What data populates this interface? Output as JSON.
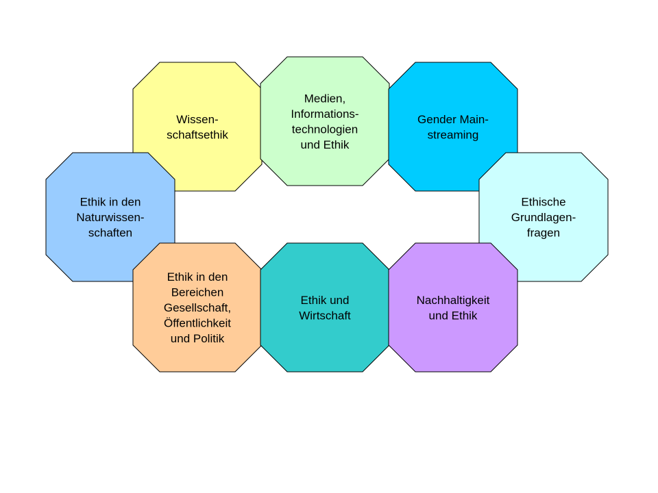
{
  "topics": [
    {
      "id": "wissenschaftsethik",
      "lines": [
        "Wissen-",
        "schaftsethik"
      ],
      "color": "#FFFF99"
    },
    {
      "id": "medien",
      "lines": [
        "Medien,",
        "Informations-",
        "technologien",
        "und Ethik"
      ],
      "color": "#CCFFCC"
    },
    {
      "id": "gender",
      "lines": [
        "Gender Main-",
        "streaming"
      ],
      "color": "#00CCFF"
    },
    {
      "id": "naturwissenschaften",
      "lines": [
        "Ethik in den",
        "Naturwissen-",
        "schaften"
      ],
      "color": "#99CCFF"
    },
    {
      "id": "grundlagen",
      "lines": [
        "Ethische",
        "Grundlagen-",
        "fragen"
      ],
      "color": "#CCFFFF"
    },
    {
      "id": "gesellschaft",
      "lines": [
        "Ethik in den",
        "Bereichen",
        "Gesellschaft,",
        "Öffentlichkeit",
        "und Politik"
      ],
      "color": "#FFCC99"
    },
    {
      "id": "wirtschaft",
      "lines": [
        "Ethik und",
        "Wirtschaft"
      ],
      "color": "#33CCCC"
    },
    {
      "id": "nachhaltigkeit",
      "lines": [
        "Nachhaltigkeit",
        "und Ethik"
      ],
      "color": "#CC99FF"
    }
  ]
}
